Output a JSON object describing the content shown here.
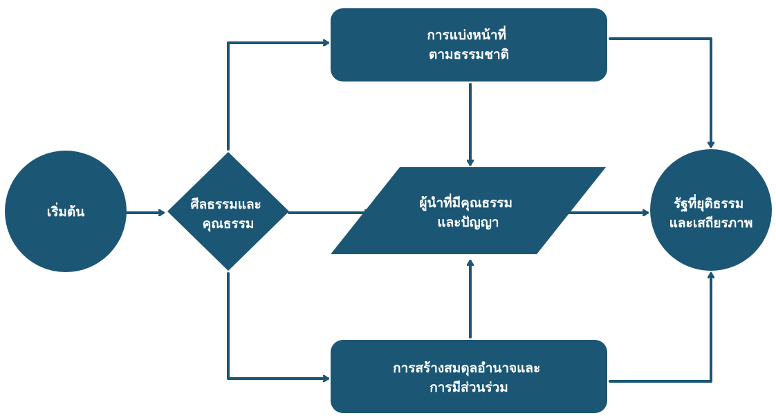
{
  "colors": {
    "node_fill": "#1b5675",
    "node_text": "#ffffff",
    "edge": "#1b5675",
    "background": "#ffffff"
  },
  "nodes": {
    "start": {
      "shape": "circle",
      "lines": [
        "เริ่มต้น"
      ]
    },
    "virtue": {
      "shape": "diamond",
      "lines": [
        "ศีลธรรมและ",
        "คุณธรรม"
      ]
    },
    "natural_division": {
      "shape": "rounded-rectangle",
      "lines": [
        "การแบ่งหน้าที่",
        "ตามธรรมชาติ"
      ]
    },
    "leader": {
      "shape": "parallelogram",
      "lines": [
        "ผู้นำที่มีคุณธรรม",
        "และปัญญา"
      ]
    },
    "balance": {
      "shape": "rounded-rectangle",
      "lines": [
        "การสร้างสมดุลอำนาจและ",
        "การมีส่วนร่วม"
      ]
    },
    "state": {
      "shape": "circle",
      "lines": [
        "รัฐที่ยุติธรรม",
        "และเสถียรภาพ"
      ]
    }
  },
  "edges": [
    {
      "from": "start",
      "to": "virtue"
    },
    {
      "from": "virtue",
      "to": "natural_division"
    },
    {
      "from": "virtue",
      "to": "leader"
    },
    {
      "from": "virtue",
      "to": "balance"
    },
    {
      "from": "natural_division",
      "to": "leader"
    },
    {
      "from": "balance",
      "to": "leader"
    },
    {
      "from": "leader",
      "to": "state"
    },
    {
      "from": "natural_division",
      "to": "state"
    },
    {
      "from": "balance",
      "to": "state"
    }
  ]
}
